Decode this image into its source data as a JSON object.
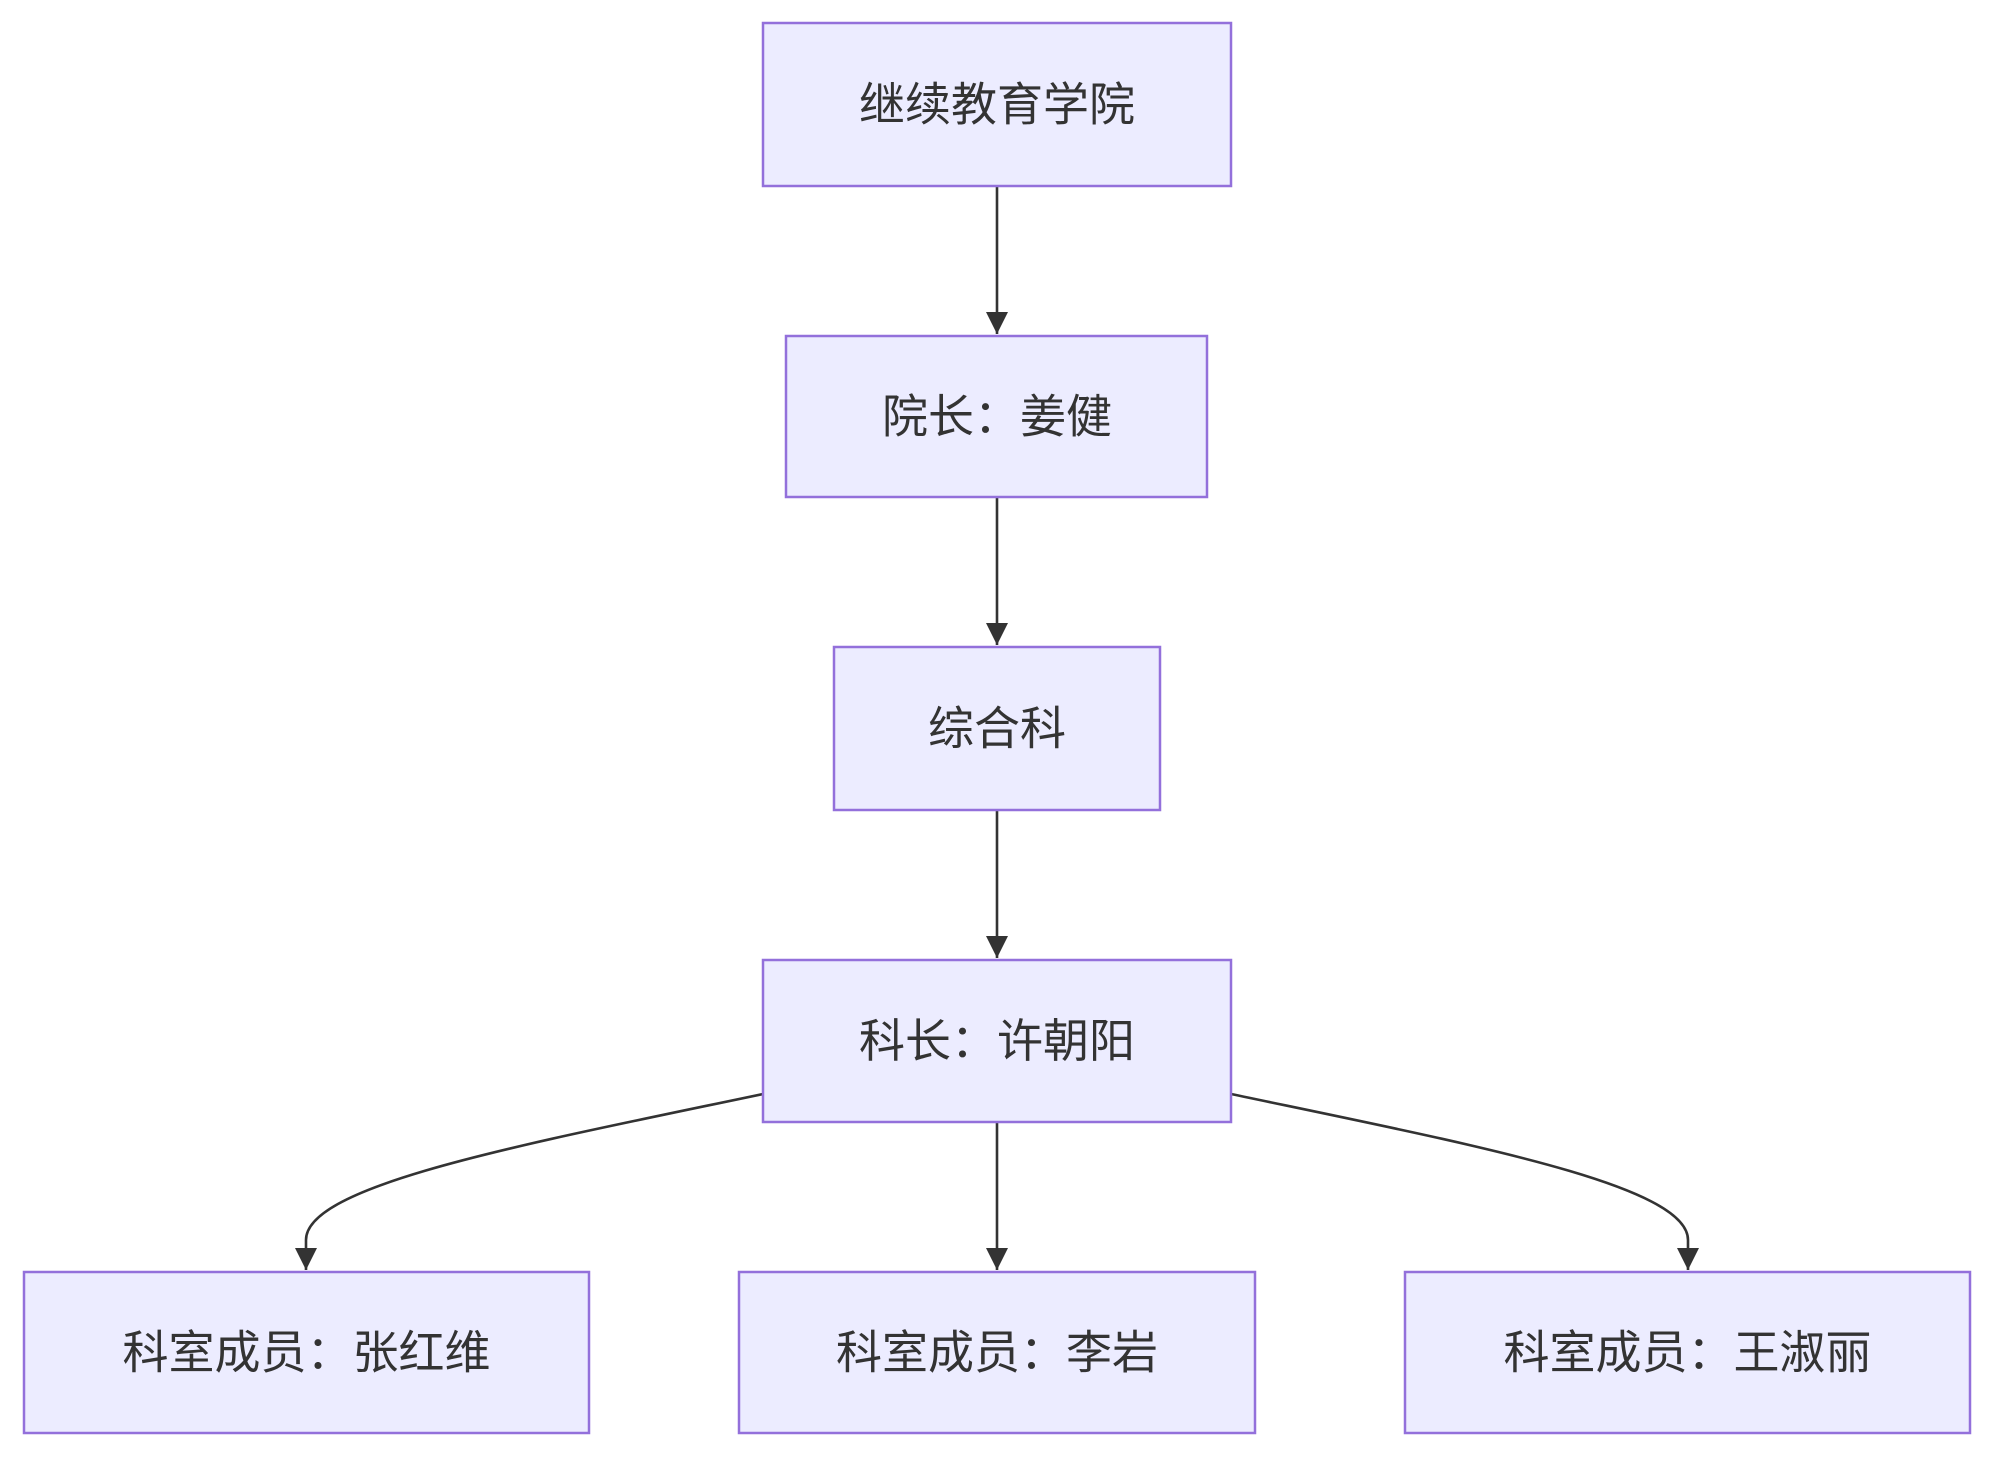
{
  "colors": {
    "node_fill": "#ECECFF",
    "node_stroke": "#9370DB",
    "text": "#333333",
    "edge": "#333333",
    "background": "#FFFFFF"
  },
  "nodes": [
    {
      "label": "继续教育学院"
    },
    {
      "label": "院长：姜健"
    },
    {
      "label": "综合科"
    },
    {
      "label": "科长：许朝阳"
    },
    {
      "label": "科室成员：张红维"
    },
    {
      "label": "科室成员：李岩"
    },
    {
      "label": "科室成员：王淑丽"
    }
  ],
  "edges": [
    [
      0,
      1
    ],
    [
      1,
      2
    ],
    [
      2,
      3
    ],
    [
      3,
      4
    ],
    [
      3,
      5
    ],
    [
      3,
      6
    ]
  ]
}
